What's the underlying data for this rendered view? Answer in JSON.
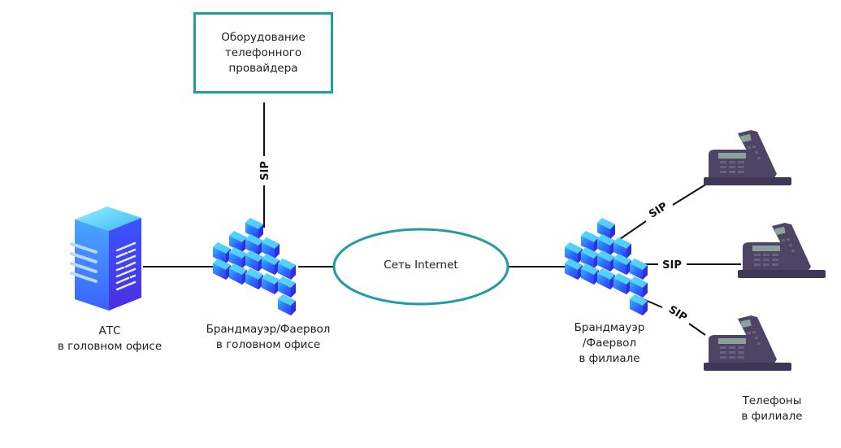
{
  "provider": {
    "lines": [
      "Оборудование",
      "телефонного",
      "провайдера"
    ]
  },
  "internet": {
    "label": "Сеть Internet"
  },
  "pbx": {
    "lines": [
      "АТС",
      "в головном офисе"
    ]
  },
  "firewall_main": {
    "lines": [
      "Брандмауэр/Фаервол",
      "в головном офисе"
    ]
  },
  "firewall_branch": {
    "lines": [
      "Брандмауэр",
      "/Фаервол",
      "в филиале"
    ]
  },
  "phones": {
    "lines": [
      "Телефоны",
      "в филиале"
    ]
  },
  "links": {
    "provider_sip": "SIP",
    "phone1_sip": "SIP",
    "phone2_sip": "SIP",
    "phone3_sip": "SIP"
  },
  "colors": {
    "accent_teal": "#1e9da5",
    "block_blue": "#2f5bff",
    "block_cyan": "#3ec7f5",
    "phone_purple": "#4e4566",
    "line": "#111111"
  }
}
